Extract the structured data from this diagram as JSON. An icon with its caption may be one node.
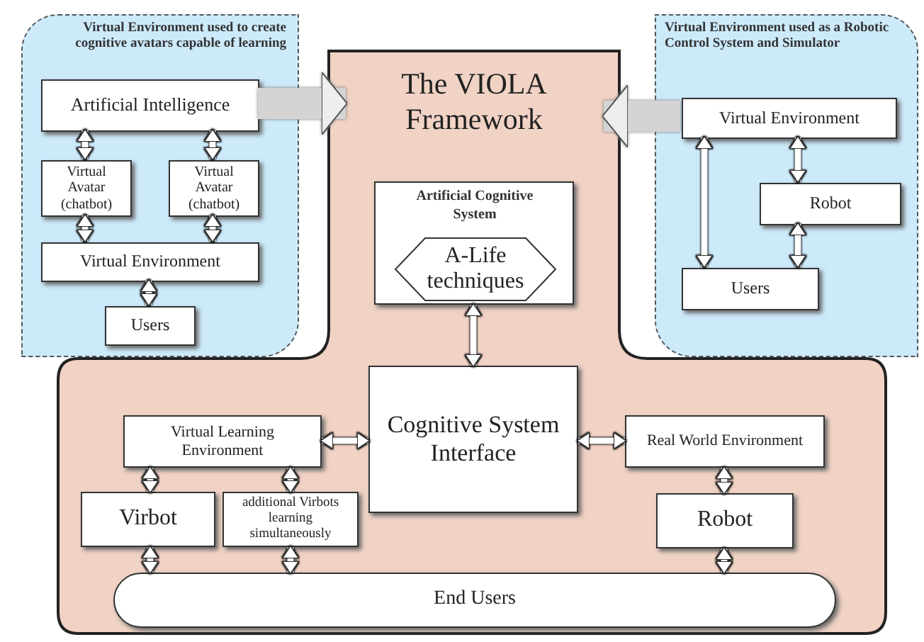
{
  "diagram": {
    "nodes": [
      {
        "text": [
          "Virtual Environment used to create cognitive avatars capable of learning"
        ]
      },
      {
        "text": [
          "Artificial Intelligence"
        ],
        "in": 0
      },
      {
        "text": [
          "Virtual Avatar (chatbot)"
        ],
        "in": 0
      },
      {
        "text": [
          "Virtual Avatar (chatbot)"
        ],
        "in": 0
      },
      {
        "text": [
          "Virtual Environment"
        ],
        "in": 0
      },
      {
        "text": [
          "Users"
        ],
        "in": 0
      },
      {
        "text": [
          "Virtual Environment used as a Robotic Control System and Simulator"
        ]
      },
      {
        "text": [
          "Virtual Environment"
        ],
        "in": 6
      },
      {
        "text": [
          "Robot"
        ],
        "in": 6
      },
      {
        "text": [
          "Users"
        ],
        "in": 6
      },
      {
        "text": [
          "The VIOLA Framework"
        ]
      },
      {
        "text": [
          "Artificial Cognitive System"
        ],
        "in": 10
      },
      {
        "text": [
          "A-Life techniques"
        ],
        "in": 11
      },
      {
        "text": [
          "Cognitive System Interface"
        ],
        "in": 10
      },
      {
        "text": [
          "Virtual Learning Environment"
        ],
        "in": 10
      },
      {
        "text": [
          "Virbot"
        ],
        "in": 10
      },
      {
        "text": [
          "additional Virbots learning simultaneously"
        ],
        "in": 10
      },
      {
        "text": [
          "Real World Environment"
        ],
        "in": 10
      },
      {
        "text": [
          "Robot"
        ],
        "in": 10
      },
      {
        "text": [
          "End Users"
        ],
        "in": 10
      }
    ],
    "edges": [
      {
        "from": 1,
        "to": 2,
        "arrow": "both"
      },
      {
        "from": 1,
        "to": 3,
        "arrow": "both"
      },
      {
        "from": 2,
        "to": 4,
        "arrow": "both"
      },
      {
        "from": 3,
        "to": 4,
        "arrow": "both"
      },
      {
        "from": 4,
        "to": 5,
        "arrow": "both"
      },
      {
        "from": 1,
        "to": 10,
        "arrow": "to",
        "style": "thick"
      },
      {
        "from": 7,
        "to": 10,
        "arrow": "to",
        "style": "thick"
      },
      {
        "from": 7,
        "to": 8,
        "arrow": "both"
      },
      {
        "from": 7,
        "to": 9,
        "arrow": "both"
      },
      {
        "from": 8,
        "to": 9,
        "arrow": "both"
      },
      {
        "from": 11,
        "to": 13,
        "arrow": "both"
      },
      {
        "from": 14,
        "to": 13,
        "arrow": "both"
      },
      {
        "from": 17,
        "to": 13,
        "arrow": "both"
      },
      {
        "from": 14,
        "to": 15,
        "arrow": "both"
      },
      {
        "from": 14,
        "to": 16,
        "arrow": "both"
      },
      {
        "from": 15,
        "to": 19,
        "arrow": "both"
      },
      {
        "from": 16,
        "to": 19,
        "arrow": "both"
      },
      {
        "from": 17,
        "to": 18,
        "arrow": "both"
      },
      {
        "from": 18,
        "to": 19,
        "arrow": "both"
      }
    ]
  }
}
